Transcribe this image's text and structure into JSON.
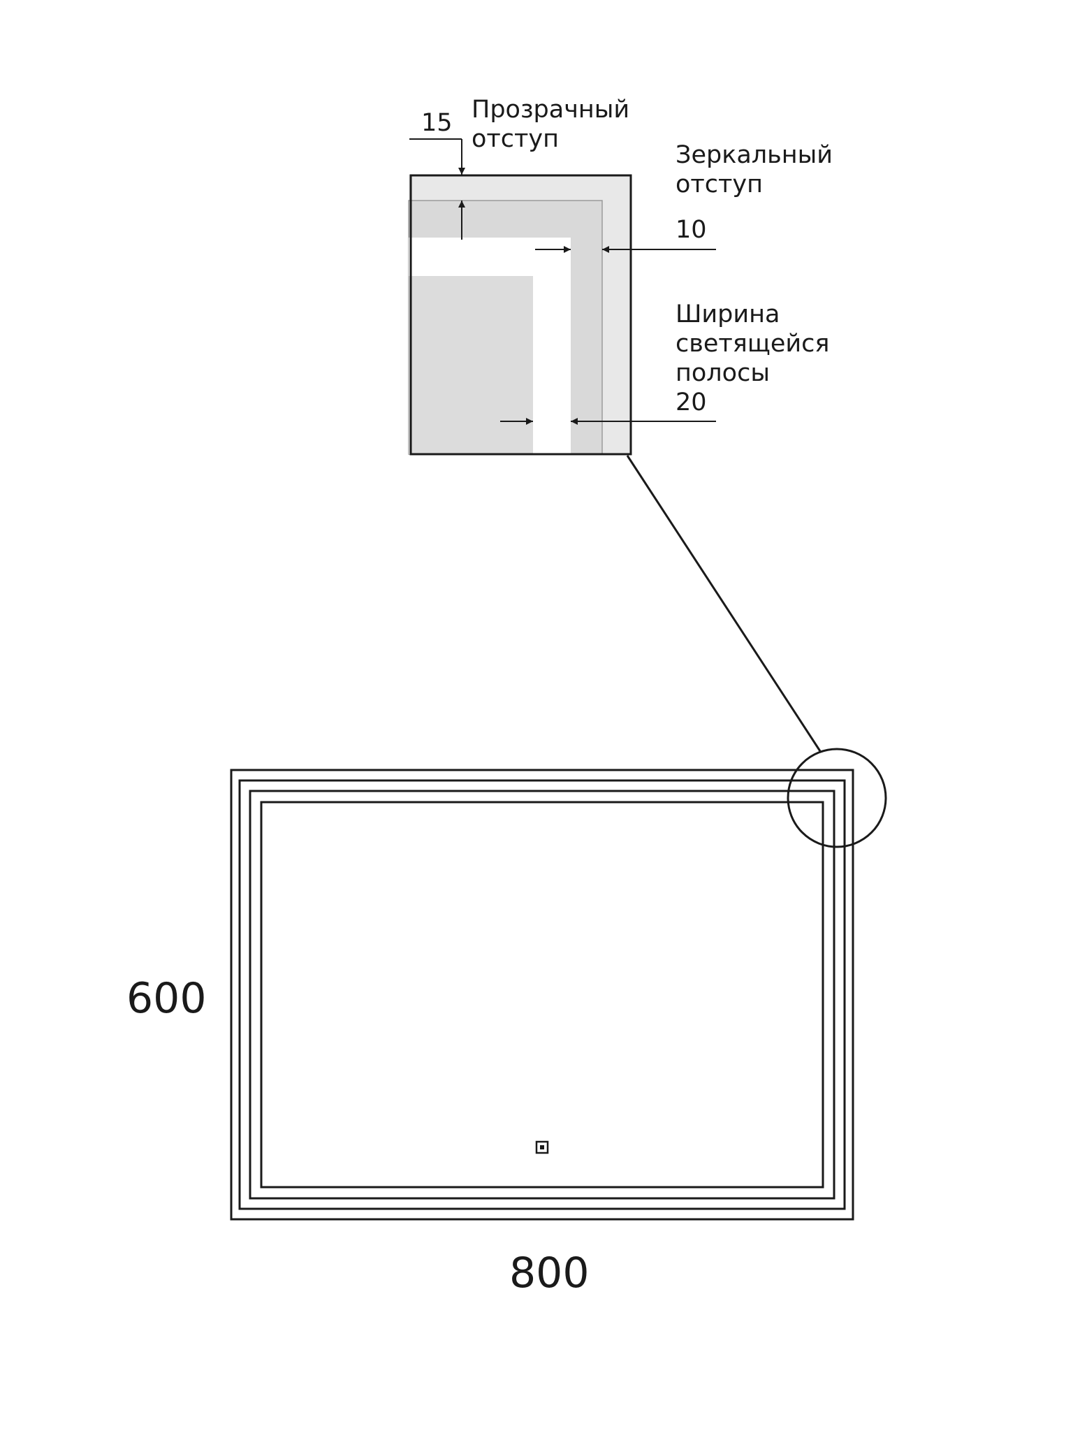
{
  "detail": {
    "transparent_offset": {
      "label_line1": "Прозрачный",
      "label_line2": "отступ",
      "value": "15"
    },
    "mirror_offset": {
      "label_line1": "Зеркальный",
      "label_line2": "отступ",
      "value": "10"
    },
    "light_strip_width": {
      "label_line1": "Ширина",
      "label_line2": "светящейся",
      "label_line3": "полосы",
      "value": "20"
    }
  },
  "dimensions": {
    "height": "600",
    "width": "800"
  },
  "icons": {
    "touch_switch": "touch-sensor-icon"
  },
  "colors": {
    "line": "#1a1a1a",
    "outer_band": "#e8e8e8",
    "mid_band": "#d9d9d9",
    "glow": "#ffffff",
    "inner_mirror": "#dcdcdc"
  }
}
